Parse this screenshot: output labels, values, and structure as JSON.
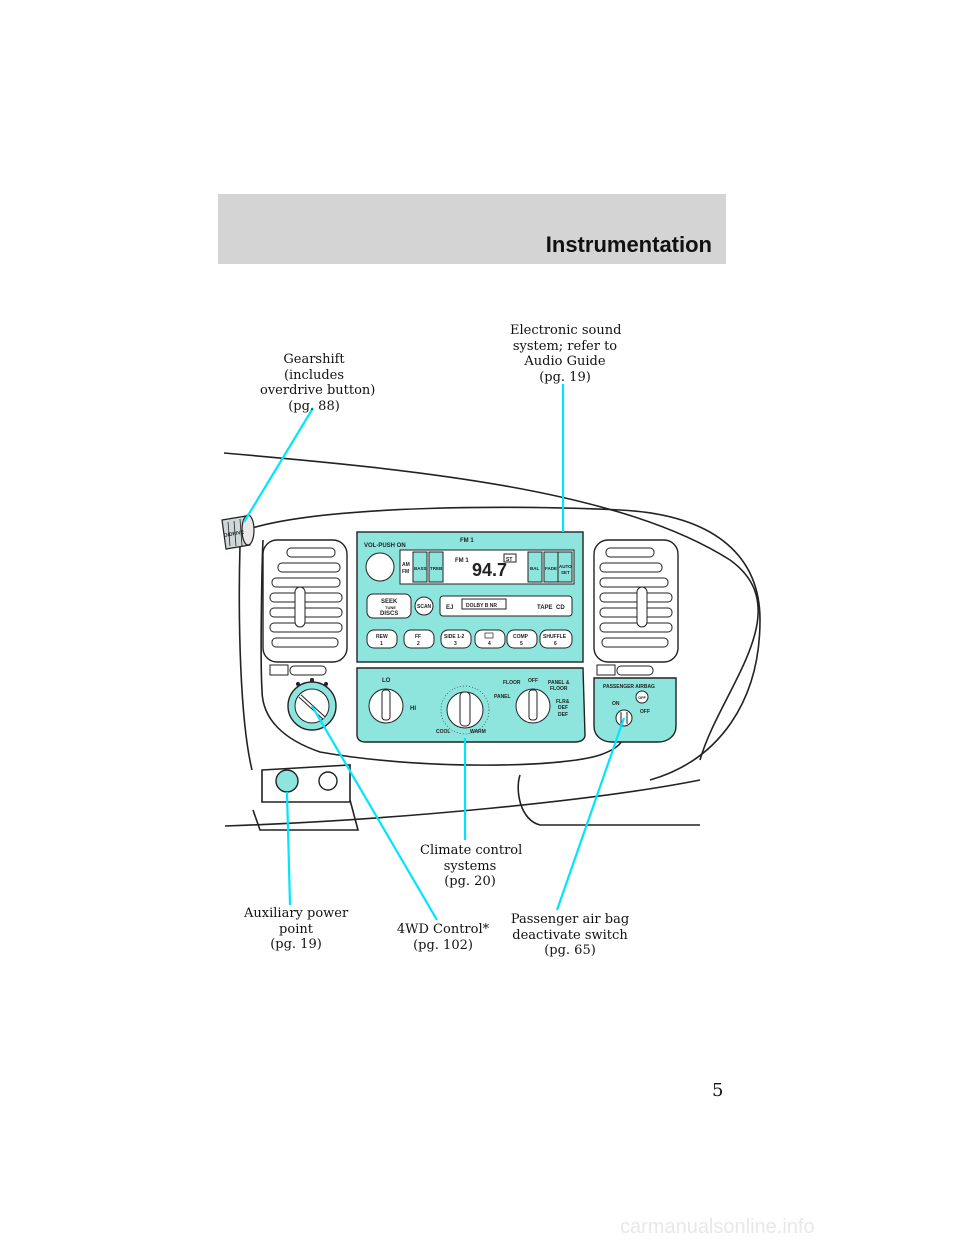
{
  "header": {
    "title": "Instrumentation"
  },
  "callouts": {
    "gearshift": [
      "Gearshift",
      "(includes",
      "overdrive button)",
      "(pg. 88)"
    ],
    "sound": [
      "Electronic sound",
      "system; refer to",
      "Audio Guide",
      "(pg. 19)"
    ],
    "climate": [
      "Climate control",
      "systems",
      "(pg. 20)"
    ],
    "auxpower": [
      "Auxiliary power",
      "point",
      "(pg. 19)"
    ],
    "fourwd": [
      "4WD Control*",
      "(pg. 102)"
    ],
    "airbag": [
      "Passenger air bag",
      "deactivate switch",
      "(pg. 65)"
    ]
  },
  "radio": {
    "vol_label": "VOL-PUSH ON",
    "band_top": "FM 1",
    "display_band": "FM 1",
    "frequency": "94.7",
    "stereo": "ST",
    "am_fm": [
      "AM",
      "FM"
    ],
    "bass": "BASS",
    "treb": "TREB",
    "bal": "BAL",
    "fade": "FADE",
    "auto_set": [
      "AUTO",
      "SET"
    ],
    "seek": "SEEK",
    "tune": "TUNE",
    "discs": "DISCS",
    "scan": "SCAN",
    "ej": "EJ",
    "dolby": "DOLBY B NR",
    "tape": "TAPE",
    "cd": "CD",
    "presets": [
      [
        "REW",
        "1"
      ],
      [
        "FF",
        "2"
      ],
      [
        "SIDE 1-2",
        "3"
      ],
      [
        "",
        "4"
      ],
      [
        "COMP",
        "5"
      ],
      [
        "SHUFFLE",
        "6"
      ]
    ]
  },
  "climate": {
    "lo": "LO",
    "hi": "HI",
    "cool": "COOL",
    "warm": "WARM",
    "floor": "FLOOR",
    "off": "OFF",
    "panel_floor": [
      "PANEL &",
      "FLOOR"
    ],
    "panel": "PANEL",
    "flr_def": [
      "FLR&",
      "DEF"
    ],
    "def": "DEF"
  },
  "airbag": {
    "title": "PASSENGER AIRBAG",
    "on": "ON",
    "off": "OFF",
    "off2": "OFF"
  },
  "gear_label": "O/DRIVE",
  "page_number": "5",
  "footer": "carmanualsonline.info",
  "colors": {
    "accent": "#8ee5de",
    "callout_line": "#00e5ff"
  }
}
